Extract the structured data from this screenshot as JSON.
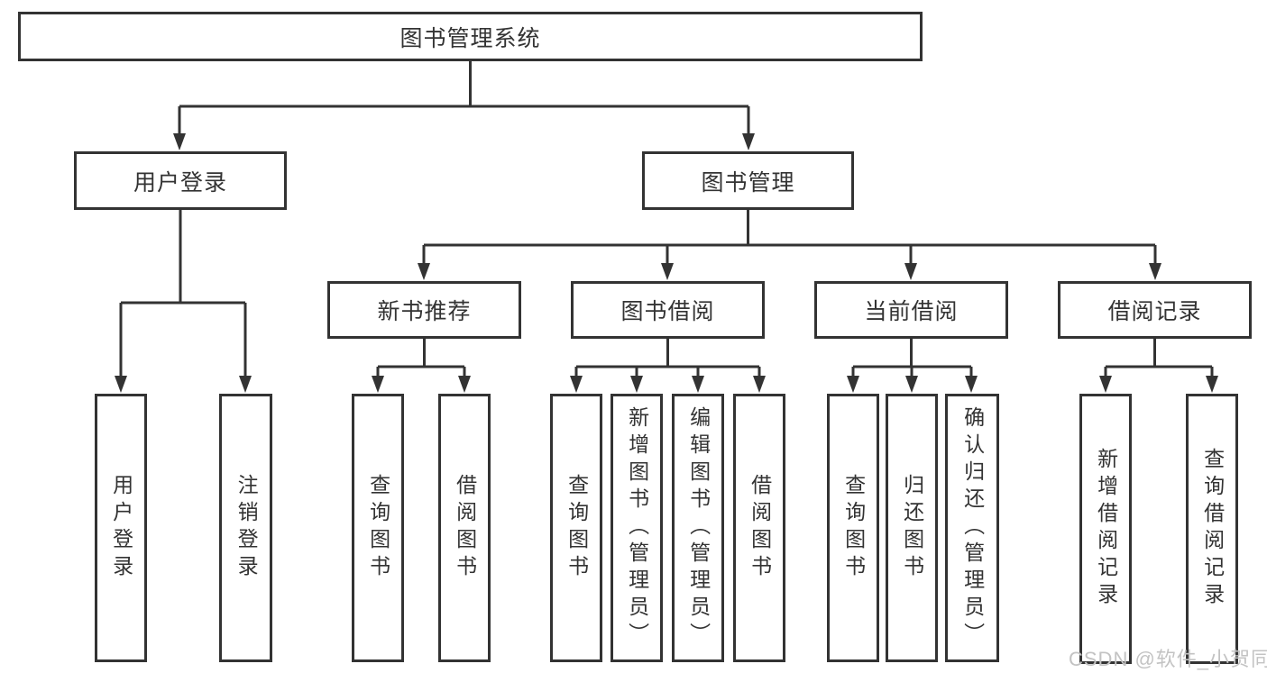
{
  "colors": {
    "background": "#ffffff",
    "box_border": "#333333",
    "connector_line": "#333333",
    "node_text": "#333333",
    "watermark_text": "#c3c3c3"
  },
  "watermark": {
    "text": "CSDN @软件_小贺同学"
  },
  "tree": {
    "root": {
      "label": "图书管理系统"
    },
    "branches": [
      {
        "label": "用户登录",
        "children": [
          {
            "label": "用户登录"
          },
          {
            "label": "注销登录"
          }
        ]
      },
      {
        "label": "图书管理",
        "children": [
          {
            "label": "新书推荐",
            "children": [
              {
                "label": "查询图书"
              },
              {
                "label": "借阅图书"
              }
            ]
          },
          {
            "label": "图书借阅",
            "children": [
              {
                "label": "查询图书"
              },
              {
                "label": "新增图书（管理员）"
              },
              {
                "label": "编辑图书（管理员）"
              },
              {
                "label": "借阅图书"
              }
            ]
          },
          {
            "label": "当前借阅",
            "children": [
              {
                "label": "查询图书"
              },
              {
                "label": "归还图书"
              },
              {
                "label": "确认归还（管理员）"
              }
            ]
          },
          {
            "label": "借阅记录",
            "children": [
              {
                "label": "新增借阅记录"
              },
              {
                "label": "查询借阅记录"
              }
            ]
          }
        ]
      }
    ]
  }
}
